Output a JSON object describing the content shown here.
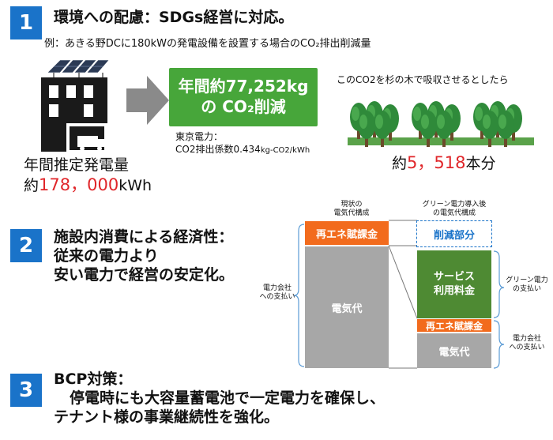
{
  "section1": {
    "number": "1",
    "heading": "環境への配慮：SDGs経営に対応。",
    "example": "例：あきる野DCに180kWの発電設備を設置する場合のCO₂排出削減量",
    "annual_generation_label": "年間推定発電量",
    "annual_generation_prefix": "約",
    "annual_generation_value": "178，000",
    "annual_generation_unit": "kWh",
    "reduction_line1": "年間約77,252kg",
    "reduction_line2": "の CO₂削減",
    "utility_label": "東京電力：",
    "coefficient_label": "CO2排出係数0.434",
    "coefficient_unit": "kg-CO2/kWh",
    "tree_caption": "このCO2を杉の木で吸収させるとしたら",
    "tree_prefix": "約",
    "tree_value": "5，518",
    "tree_unit": "本分",
    "colors": {
      "green_box": "#47a63a",
      "arrow": "#8a8a8a",
      "blue": "#1a73c9"
    }
  },
  "section2": {
    "number": "2",
    "heading_line1": "施設内消費による経済性：",
    "heading_line2": "従来の電力より",
    "heading_line3": "安い電力で経営の安定化。",
    "left_bar_title_line1": "現状の",
    "left_bar_title_line2": "電気代構成",
    "right_bar_title_line1": "グリーン電力導入後",
    "right_bar_title_line2": "の電気代構成",
    "renewable_surcharge": "再エネ賦課金",
    "electricity_fee": "電気代",
    "reduction_part": "削減部分",
    "service_fee_line1": "サービス",
    "service_fee_line2": "利用料金",
    "left_brace_label_line1": "電力会社",
    "left_brace_label_line2": "への支払い",
    "right_upper_label_line1": "グリーン電力",
    "right_upper_label_line2": "の支払い",
    "right_lower_label_line1": "電力会社",
    "right_lower_label_line2": "への支払い",
    "colors": {
      "orange": "#f26b1d",
      "gray": "#a7a7a7",
      "green": "#4e8a33",
      "dashed_blue": "#1a73c9"
    }
  },
  "section3": {
    "number": "3",
    "heading_line1": "BCP対策：",
    "heading_line2": "停電時にも大容量蓄電池で一定電力を確保し、",
    "heading_line3": "テナント様の事業継続性を強化。"
  }
}
